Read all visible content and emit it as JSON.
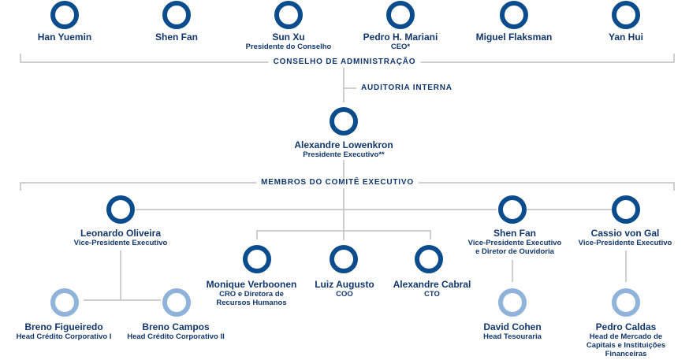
{
  "board": {
    "title": "CONSELHO DE ADMINISTRAÇÃO",
    "members": [
      {
        "name": "Han Yuemin",
        "role": ""
      },
      {
        "name": "Shen Fan",
        "role": ""
      },
      {
        "name": "Sun Xu",
        "role": "Presidente do Conselho"
      },
      {
        "name": "Pedro H. Mariani",
        "role": "CEO*"
      },
      {
        "name": "Miguel Flaksman",
        "role": ""
      },
      {
        "name": "Yan Hui",
        "role": ""
      }
    ]
  },
  "audit": {
    "label": "AUDITORIA INTERNA"
  },
  "ceo": {
    "name": "Alexandre Lowenkron",
    "role": "Presidente Executivo**"
  },
  "committee": {
    "title": "MEMBROS DO COMITÊ EXECUTIVO",
    "leonardo": {
      "name": "Leonardo Oliveira",
      "role": "Vice-Presidente Executivo"
    },
    "monique": {
      "name": "Monique Verboonen",
      "role1": "CRO e Diretora de",
      "role2": "Recursos Humanos"
    },
    "luiz": {
      "name": "Luiz Augusto",
      "role": "COO"
    },
    "alexandre": {
      "name": "Alexandre Cabral",
      "role": "CTO"
    },
    "shen": {
      "name": "Shen Fan",
      "role1": "Vice-Presidente Executivo",
      "role2": "e Diretor de Ouvidoria"
    },
    "cassio": {
      "name": "Cassio von Gal",
      "role": "Vice-Presidente Executivo"
    }
  },
  "heads": {
    "breno_f": {
      "name": "Breno Figueiredo",
      "role": "Head Crédito Corporativo I"
    },
    "breno_c": {
      "name": "Breno Campos",
      "role": "Head Crédito Corporativo II"
    },
    "david": {
      "name": "David Cohen",
      "role": "Head Tesouraria"
    },
    "pedro": {
      "name": "Pedro Caldas",
      "role1": "Head de Mercado de",
      "role2": "Capitais e Instituições",
      "role3": "Financeiras"
    }
  },
  "colors": {
    "dark": "#0b4d8c",
    "light": "#8fb3d9",
    "text": "#12376a",
    "line": "#bfbfbf"
  }
}
